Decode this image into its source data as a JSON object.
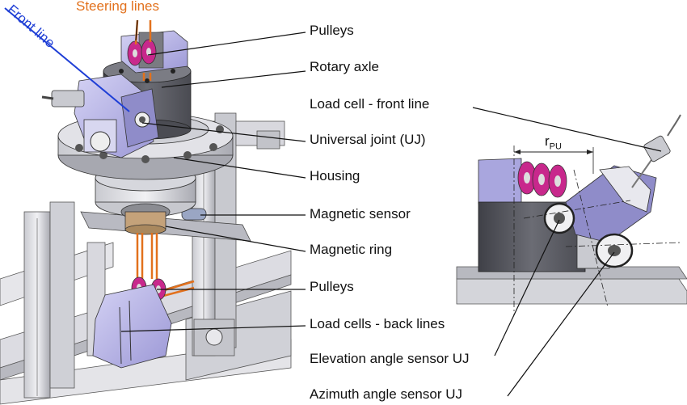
{
  "labels": {
    "steering_lines": "Steering lines",
    "front_line": "Front line",
    "pulleys_top": "Pulleys",
    "rotary_axle": "Rotary axle",
    "load_cell_front": "Load cell - front line",
    "universal_joint": "Universal joint (UJ)",
    "housing": "Housing",
    "magnetic_sensor": "Magnetic sensor",
    "magnetic_ring": "Magnetic ring",
    "pulleys_bottom": "Pulleys",
    "load_cells_back": "Load cells - back lines",
    "elevation_sensor": "Elevation angle sensor UJ",
    "azimuth_sensor": "Azimuth angle sensor UJ",
    "rpu_symbol": "r",
    "rpu_subscript": "PU"
  },
  "colors": {
    "steering": "#e2711d",
    "front_line": "#1f3fd6",
    "metal_light": "#e4e4e8",
    "metal_mid": "#b9bac2",
    "metal_dark": "#55565e",
    "lavender": "#b9b6e6",
    "magenta": "#c8288c",
    "bronze": "#c4a27a"
  }
}
